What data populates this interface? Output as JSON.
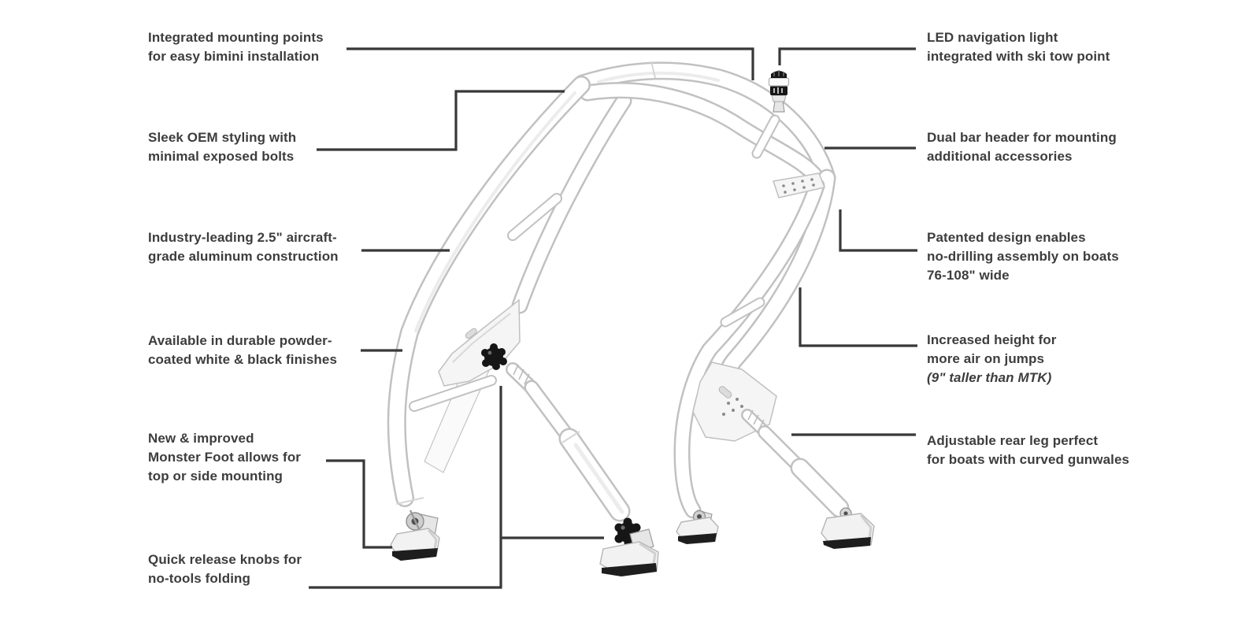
{
  "page": {
    "background": "#ffffff",
    "description_context": "Wakeboard tower feature callout diagram"
  },
  "colors": {
    "label_text": "#3d3d3d",
    "leader_line": "#383838",
    "tube_outline": "#c1c1c1",
    "tube_fill": "#ffffff",
    "knob_black": "#161616",
    "foot_base_dark": "#1e1e1e"
  },
  "labels_left": [
    {
      "id": "bimini-mounts",
      "lines": [
        "Integrated mounting points",
        "for easy bimini installation"
      ]
    },
    {
      "id": "oem-styling",
      "lines": [
        "Sleek OEM styling with",
        "minimal exposed bolts"
      ]
    },
    {
      "id": "aluminum",
      "lines": [
        "Industry-leading 2.5\" aircraft-",
        "grade aluminum construction"
      ]
    },
    {
      "id": "finishes",
      "lines": [
        "Available in durable powder-",
        "coated white & black finishes"
      ]
    },
    {
      "id": "monster-foot",
      "lines": [
        "New & improved",
        "Monster Foot allows for",
        "top or side mounting"
      ]
    },
    {
      "id": "quick-release",
      "lines": [
        "Quick release knobs for",
        "no-tools folding"
      ]
    }
  ],
  "labels_right": [
    {
      "id": "led-light",
      "lines": [
        "LED navigation light",
        "integrated with ski tow point"
      ]
    },
    {
      "id": "dual-bar",
      "lines": [
        "Dual bar header for mounting",
        "additional accessories"
      ]
    },
    {
      "id": "patented",
      "lines": [
        "Patented design enables",
        "no-drilling assembly on boats",
        "76-108\" wide"
      ]
    },
    {
      "id": "height",
      "lines": [
        "Increased height for",
        "more air on jumps",
        "(9\" taller than MTK)"
      ]
    },
    {
      "id": "rear-leg",
      "lines": [
        "Adjustable rear leg perfect",
        "for boats with curved gunwales"
      ]
    }
  ]
}
